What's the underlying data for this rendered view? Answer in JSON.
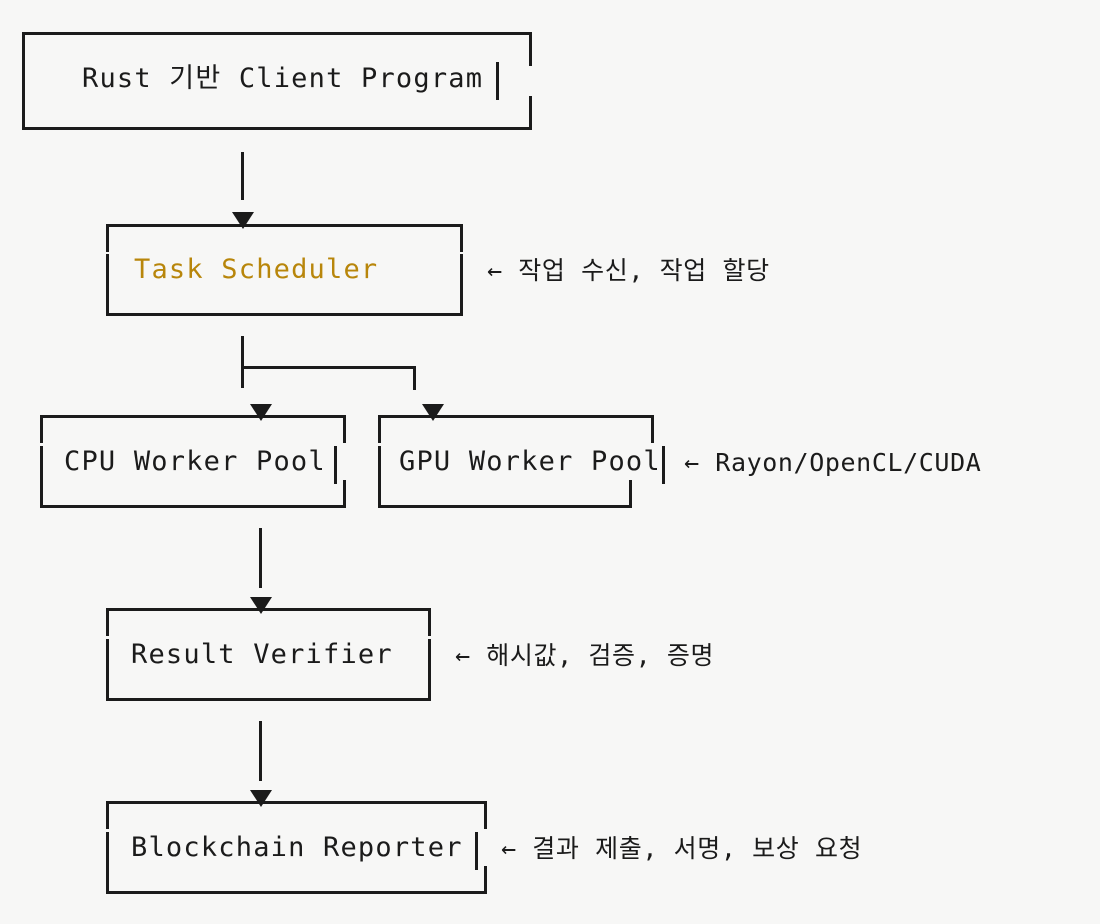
{
  "diagram": {
    "type": "flowchart",
    "style": "ascii-art",
    "colors": {
      "background": "#f7f7f6",
      "line": "#1b1b1b",
      "text": "#1b1b1b",
      "accent": "#b8860b"
    },
    "nodes": [
      {
        "id": "client",
        "label": "Rust 기반 Client Program",
        "label_plain": "Rust 기반 Client Program",
        "accent_fragment": "Client",
        "note": ""
      },
      {
        "id": "scheduler",
        "label": "Task Scheduler",
        "accent": true,
        "note": "← 작업 수신, 작업 할당"
      },
      {
        "id": "cpu-pool",
        "label": "CPU Worker Pool",
        "accent": false,
        "note": ""
      },
      {
        "id": "gpu-pool",
        "label": "GPU Worker Pool",
        "accent": false,
        "note": "← Rayon/OpenCL/CUDA"
      },
      {
        "id": "verifier",
        "label": "Result Verifier",
        "accent": false,
        "note": "← 해시값, 검증, 증명"
      },
      {
        "id": "reporter",
        "label": "Blockchain Reporter",
        "accent": false,
        "note": "← 결과 제출, 서명, 보상 요청"
      }
    ],
    "edges": [
      {
        "from": "client",
        "to": "scheduler",
        "marker": "▼"
      },
      {
        "from": "scheduler",
        "to": "cpu-pool",
        "marker": "▼"
      },
      {
        "from": "scheduler",
        "to": "gpu-pool",
        "marker": "▼"
      },
      {
        "from": "cpu-pool",
        "to": "verifier",
        "marker": "▼"
      },
      {
        "from": "verifier",
        "to": "reporter",
        "marker": "▼"
      }
    ],
    "text": {
      "client_prefix": "Rust 기반 ",
      "client_accent": "Client",
      "client_suffix": " Program",
      "scheduler_label": "Task Scheduler",
      "cpu_label": "CPU Worker Pool",
      "gpu_label": "GPU Worker Pool",
      "verifier_label": "Result Verifier",
      "reporter_label": "Blockchain Reporter",
      "scheduler_note": "← 작업 수신, 작업 할당",
      "gpu_note": "← Rayon/OpenCL/CUDA",
      "verifier_note": "← 해시값, 검증, 증명",
      "reporter_note": "← 결과 제출, 서명, 보상 요청",
      "pipe": "|"
    }
  }
}
